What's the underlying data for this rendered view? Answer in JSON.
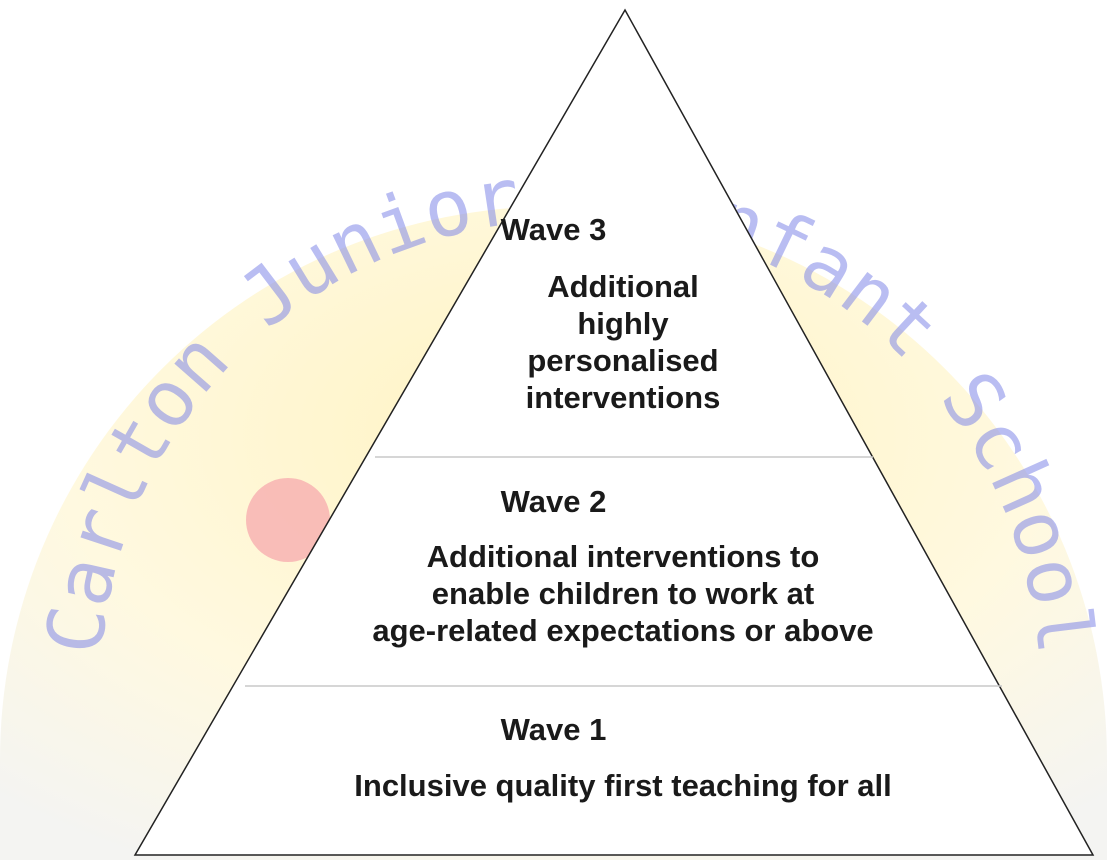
{
  "watermark": {
    "text": "Carlton Junior & Infant School",
    "colors": {
      "text": "#7f86e8",
      "arc_fill": "#fff6cc",
      "dot": "#f7a9ad"
    }
  },
  "pyramid": {
    "tiers": [
      {
        "heading": "Wave 3",
        "description_lines": [
          "Additional",
          "highly",
          "personalised",
          "interventions"
        ]
      },
      {
        "heading": "Wave 2",
        "description_lines": [
          "Additional interventions to",
          "enable children to work at",
          "age-related expectations or above"
        ]
      },
      {
        "heading": "Wave 1",
        "description_lines": [
          "Inclusive quality first teaching for all"
        ]
      }
    ],
    "colors": {
      "outline": "#222222",
      "divider": "#c8c8c8",
      "text": "#1a1a1a"
    }
  }
}
